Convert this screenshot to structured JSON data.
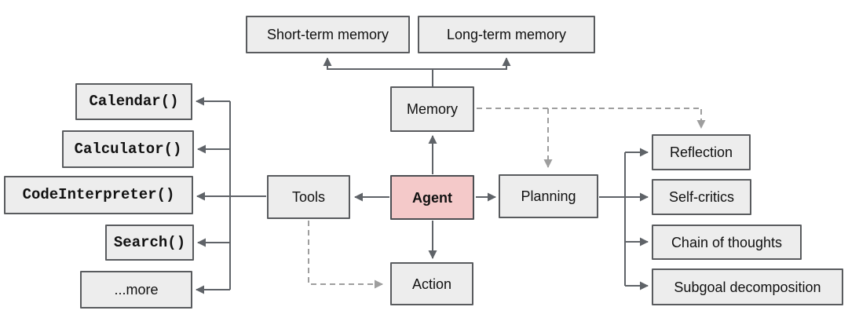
{
  "diagram": {
    "center": {
      "label": "Agent"
    },
    "memory": {
      "label": "Memory",
      "children": [
        "Short-term memory",
        "Long-term memory"
      ]
    },
    "tools": {
      "label": "Tools",
      "children": [
        "Calendar()",
        "Calculator()",
        "CodeInterpreter()",
        "Search()",
        "...more"
      ]
    },
    "planning": {
      "label": "Planning",
      "children": [
        "Reflection",
        "Self-critics",
        "Chain of thoughts",
        "Subgoal decomposition"
      ]
    },
    "action": {
      "label": "Action"
    },
    "colors": {
      "agent_fill": "#f4c9c9",
      "node_fill": "#ededed",
      "node_border": "#595b5e",
      "solid_connector": "#5f6368",
      "dashed_connector": "#9e9e9e",
      "text": "#111111",
      "background": "#ffffff"
    }
  }
}
